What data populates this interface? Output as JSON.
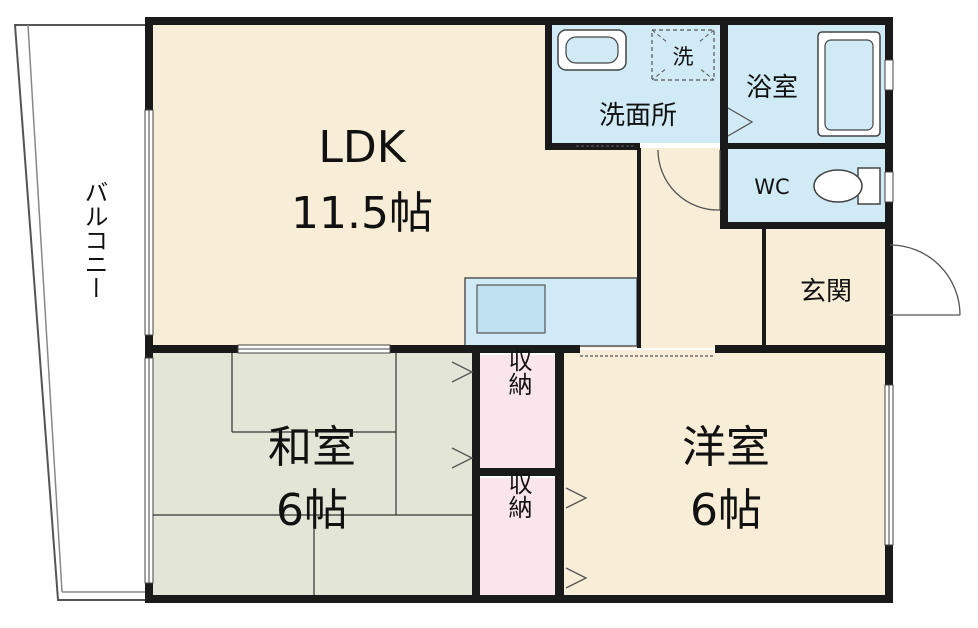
{
  "colors": {
    "ldk_floor": "#f8edd7",
    "western_floor": "#f8edd7",
    "japanese_floor": "#e3e6d6",
    "wet_area": "#d0eaf6",
    "storage": "#fae5ec",
    "wall": "#1a1a1a",
    "balcony_line": "#555555"
  },
  "rooms": {
    "ldk": {
      "name": "LDK",
      "size": "11.5帖"
    },
    "japanese": {
      "name": "和室",
      "size": "6帖"
    },
    "western": {
      "name": "洋室",
      "size": "6帖"
    },
    "washroom": {
      "name": "洗面所"
    },
    "washer": {
      "name": "洗"
    },
    "bath": {
      "name": "浴室"
    },
    "toilet": {
      "name": "WC"
    },
    "entrance": {
      "name": "玄関"
    },
    "storage_upper": {
      "name": "収納"
    },
    "storage_lower": {
      "name": "収納"
    },
    "balcony": {
      "name": "バルコニー"
    }
  }
}
